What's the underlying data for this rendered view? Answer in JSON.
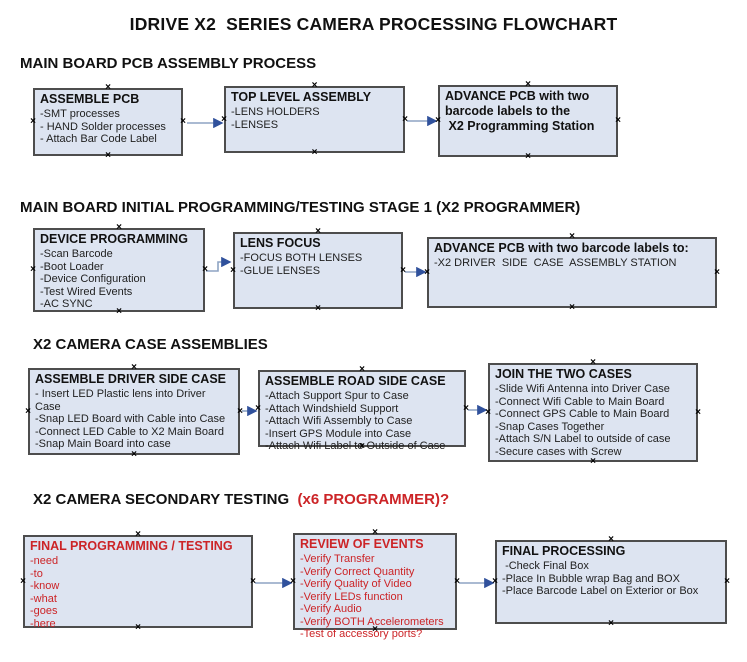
{
  "title": "IDRIVE X2  SERIES CAMERA PROCESSING FLOWCHART",
  "colors": {
    "box_fill": "#dde4f1",
    "box_border": "#4d4d4d",
    "red_text": "#cc2427",
    "arrow_line": "#8ea4c3",
    "arrow_head": "#30519c"
  },
  "icons": {
    "connection_point": "×"
  },
  "sections": [
    {
      "header": "MAIN BOARD PCB ASSEMBLY PROCESS",
      "header_suffix": "",
      "boxes": [
        {
          "title": "ASSEMBLE PCB",
          "lines": [
            "-SMT processes",
            "- HAND Solder processes",
            "- Attach Bar Code Label"
          ]
        },
        {
          "title": "TOP LEVEL ASSEMBLY",
          "lines": [
            "-LENS HOLDERS",
            "-LENSES"
          ]
        },
        {
          "title": "ADVANCE PCB with two barcode labels to the\n X2 Programming Station",
          "lines": []
        }
      ]
    },
    {
      "header": "MAIN BOARD INITIAL PROGRAMMING/TESTING STAGE 1 (X2 PROGRAMMER)",
      "header_suffix": "",
      "boxes": [
        {
          "title": "DEVICE PROGRAMMING",
          "lines": [
            "-Scan Barcode",
            "-Boot Loader",
            "-Device Configuration",
            "-Test Wired Events",
            "-AC SYNC"
          ]
        },
        {
          "title": "LENS FOCUS",
          "lines": [
            "-FOCUS BOTH LENSES",
            "-GLUE LENSES"
          ]
        },
        {
          "title": "ADVANCE PCB with two barcode labels to:",
          "lines": [
            "-X2 DRIVER  SIDE  CASE  ASSEMBLY STATION"
          ]
        }
      ]
    },
    {
      "header": "X2 CAMERA CASE ASSEMBLIES",
      "header_suffix": "",
      "boxes": [
        {
          "title": "ASSEMBLE DRIVER SIDE CASE",
          "lines": [
            "- Insert LED Plastic lens into Driver Case",
            "-Snap LED Board with Cable into Case",
            "-Connect LED Cable to X2 Main Board",
            "-Snap Main Board into case"
          ]
        },
        {
          "title": "ASSEMBLE ROAD SIDE CASE",
          "lines": [
            "-Attach Support Spur to Case",
            "-Attach Windshield Support",
            "-Attach Wifi Assembly to Case",
            "-Insert GPS Module into Case",
            "-Attach Wifi Label to Outside of Case"
          ]
        },
        {
          "title": "JOIN THE TWO CASES",
          "lines": [
            "-Slide Wifi Antenna into Driver Case",
            "-Connect Wifi Cable to Main Board",
            "-Connect GPS Cable to Main Board",
            "-Snap Cases Together",
            "-Attach S/N Label to outside of case",
            "-Secure cases with Screw"
          ]
        }
      ]
    },
    {
      "header": "X2 CAMERA SECONDARY TESTING  ",
      "header_suffix": "(x6 PROGRAMMER)?",
      "boxes": [
        {
          "title": "FINAL PROGRAMMING / TESTING",
          "lines": [
            "-need",
            "-to",
            "-know",
            "-what",
            "-goes",
            "-here"
          ],
          "text_color": "red"
        },
        {
          "title": "REVIEW OF EVENTS",
          "lines": [
            "-Verify Transfer",
            "-Verify Correct Quantity",
            "-Verify Quality of Video",
            "-Verify LEDs function",
            "-Verify Audio",
            "-Verify BOTH Accelerometers",
            "-Test of accessory ports?"
          ],
          "text_color": "red"
        },
        {
          "title": "FINAL PROCESSING",
          "lines": [
            " -Check Final Box",
            "-Place In Bubble wrap Bag and BOX",
            "-Place Barcode Label on Exterior or Box"
          ]
        }
      ]
    }
  ]
}
